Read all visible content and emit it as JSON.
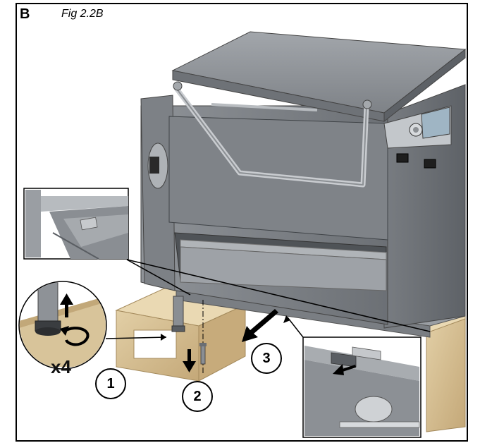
{
  "panel": {
    "letter": "B",
    "figure_label": "Fig 2.2B"
  },
  "steps": [
    "1",
    "2",
    "3"
  ],
  "multiplier": "x4",
  "colors": {
    "steel_dark": "#6f7378",
    "steel": "#8c9096",
    "steel_light": "#b4b8bc",
    "wood": "#d6bf94",
    "wood_dark": "#b89a68",
    "frame": "#000000"
  }
}
